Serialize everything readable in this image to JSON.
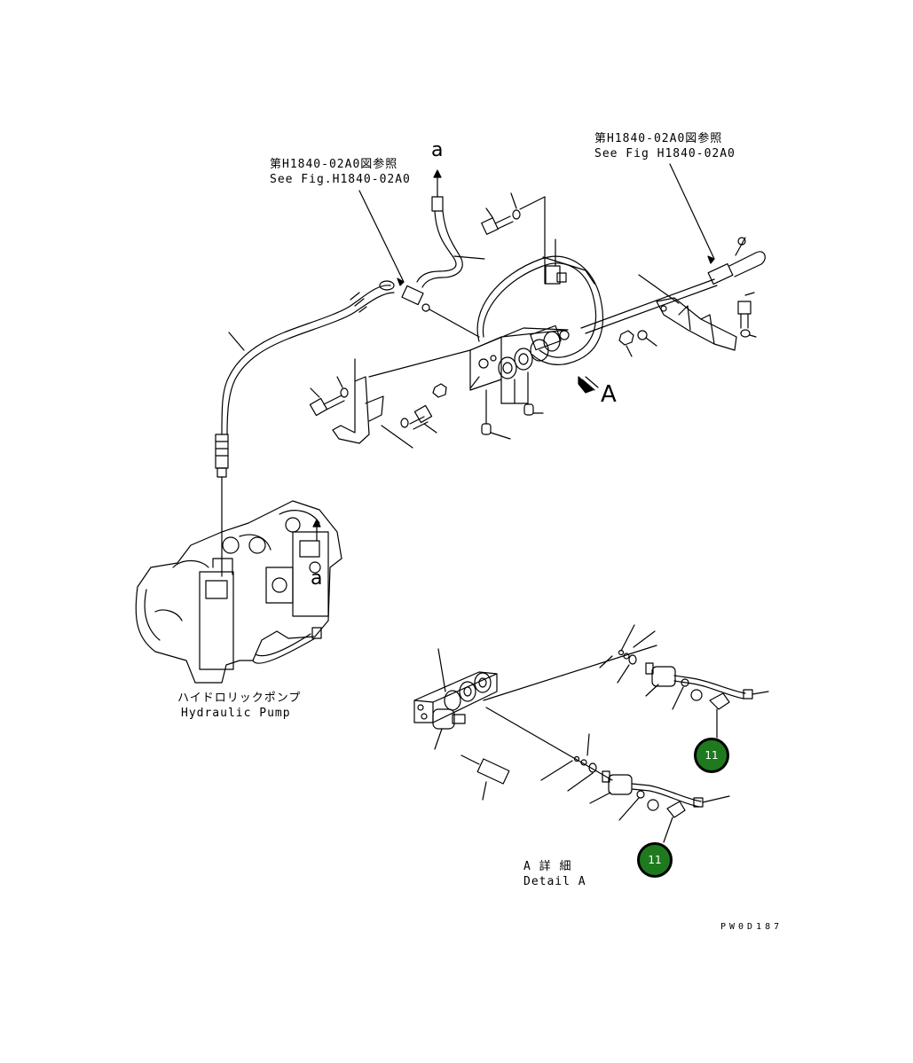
{
  "refs": {
    "left_ja": "第H1840-02A0図参照",
    "left_en": "See Fig.H1840-02A0",
    "right_ja": "第H1840-02A0図参照",
    "right_en": "See Fig H1840-02A0"
  },
  "markers": {
    "a_top": "a",
    "a_pump": "a",
    "view_A": "A"
  },
  "pump": {
    "label_ja": "ハイドロリックポンプ",
    "label_en": "Hydraulic Pump"
  },
  "detail": {
    "label_ja": "A 詳 細",
    "label_en": "Detail A"
  },
  "callouts": [
    {
      "number": "11",
      "color": "#1f7a1f"
    },
    {
      "number": "11",
      "color": "#1f7a1f"
    }
  ],
  "drawing_code": "PW0D187"
}
